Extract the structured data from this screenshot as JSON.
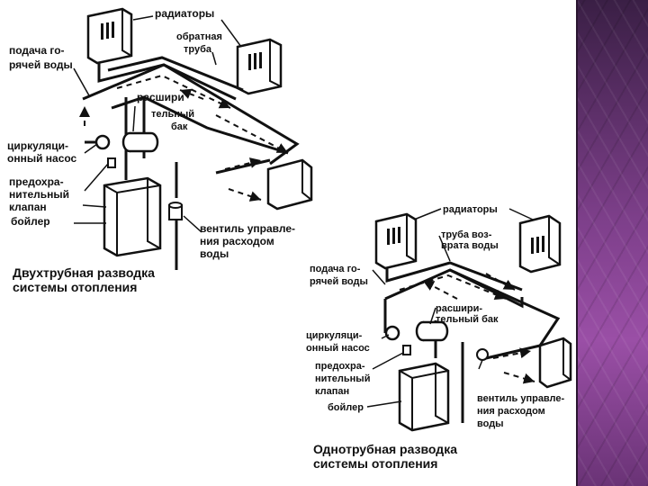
{
  "two_pipe": {
    "radiators": "радиаторы",
    "return_pipe": [
      "обратная",
      "труба"
    ],
    "hot_supply": [
      "подача го-",
      "рячей воды"
    ],
    "expansion_tank": [
      "расшири",
      "тельный",
      "бак"
    ],
    "pump": [
      "циркуляци-",
      "онный насос"
    ],
    "safety_valve": [
      "предохра-",
      "нительный",
      "клапан"
    ],
    "boiler": "бойлер",
    "control_valve": [
      "вентиль управле-",
      "ния расходом",
      "воды"
    ],
    "caption": [
      "Двухтрубная разводка",
      "системы отопления"
    ]
  },
  "one_pipe": {
    "radiators": "радиаторы",
    "return_pipe": [
      "труба воз-",
      "врата воды"
    ],
    "hot_supply": [
      "подача го-",
      "рячей воды"
    ],
    "expansion_tank": [
      "расшири-",
      "тельный бак"
    ],
    "pump": [
      "циркуляци-",
      "онный насос"
    ],
    "safety_valve": [
      "предохра-",
      "нительный",
      "клапан"
    ],
    "boiler": "бойлер",
    "control_valve": [
      "вентиль управле-",
      "ния расходом",
      "воды"
    ],
    "caption": [
      "Однотрубная разводка",
      "системы отопления"
    ]
  },
  "colors": {
    "ink": "#111111",
    "band": "#7d3f8a"
  }
}
